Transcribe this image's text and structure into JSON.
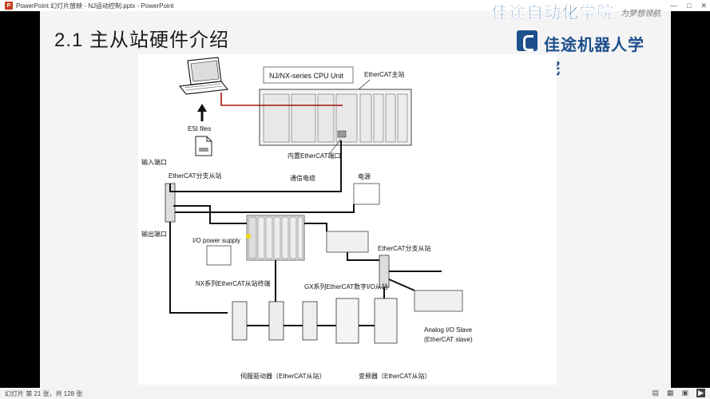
{
  "window": {
    "app_badge": "P",
    "title": "PowerPoint 幻灯片放映 - NJ运动控制.pptx - PowerPoint",
    "controls": [
      "—",
      "□",
      "✕"
    ]
  },
  "watermark": {
    "main": "佳途自动化学院",
    "sub": "为梦想领航"
  },
  "slide": {
    "title": "2.1  主从站硬件介绍",
    "brand_text": "佳途机器人学院"
  },
  "diagram": {
    "cpu_label": "NJ/NX-series CPU Unit",
    "master_label": "EtherCAT主站",
    "builtin_port": "内置EtherCAT端口",
    "esi_label": "ESI files",
    "input_port": "输入端口",
    "branch_slave_1": "EtherCAT分支从站",
    "comm_cable": "通信电缆",
    "power": "电源",
    "output_port": "输出端口",
    "io_power": "I/O power supply",
    "nx_slave": "NX系列EtherCAT从站终端",
    "gx_slave": "GX系列EtherCAT数字I/O从站",
    "branch_slave_2": "EtherCAT分支从站",
    "analog_1": "Analog I/O Slave",
    "analog_2": "(EtherCAT slave)",
    "servo": "伺服驱动器（EtherCAT从站）",
    "inverter": "变频器（EtherCAT从站）"
  },
  "statusbar": {
    "slide_info": "幻灯片 第 21 张，共 128 张",
    "icons": [
      "normal-view-icon",
      "slide-sorter-icon",
      "reading-view-icon",
      "slideshow-icon"
    ]
  }
}
